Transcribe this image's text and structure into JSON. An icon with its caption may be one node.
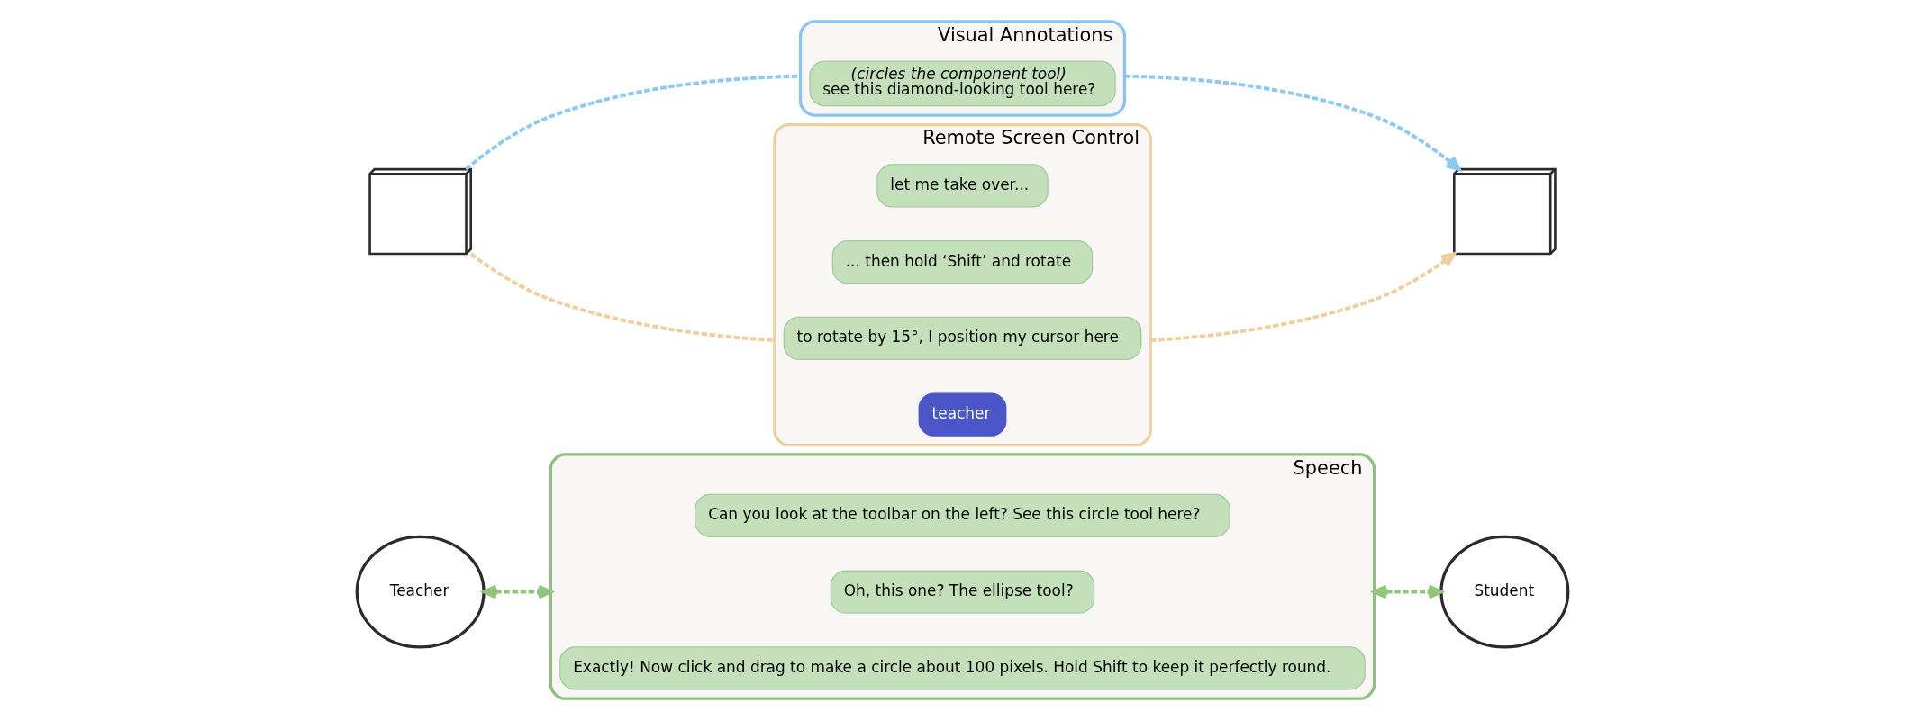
{
  "diagram": {
    "nodes": [
      {
        "text": [
          "Teacher"
        ]
      },
      {
        "text": [
          "Student"
        ]
      },
      {
        "text": [
          "Speech"
        ]
      },
      {
        "text": [
          "Can you look at the toolbar on the left? See this circle tool here?"
        ],
        "in": 2
      },
      {
        "text": [
          "Oh, this one? The ellipse tool?"
        ],
        "in": 2
      },
      {
        "text": [
          "Exactly! Now click and drag to make a circle about 100 pixels. Hold Shift to keep it perfectly round."
        ],
        "in": 2
      },
      {
        "text": [
          "Visual Annotations"
        ]
      },
      {
        "text": [
          "(circles the component tool)",
          "see this diamond-looking tool here?"
        ],
        "in": 6
      },
      {
        "text": [
          "Remote Screen Control"
        ]
      },
      {
        "text": [
          "let me take over..."
        ],
        "in": 8
      },
      {
        "text": [
          "... then hold ‘Shift’ and rotate"
        ],
        "in": 8
      },
      {
        "text": [
          "to rotate by 15°, I position my cursor here"
        ],
        "in": 8
      },
      {
        "text": [
          "teacher"
        ],
        "in": 8
      },
      {
        "text": [],
        "shape": "picture"
      },
      {
        "text": [],
        "shape": "picture"
      }
    ],
    "edges": [
      {
        "from": 0,
        "to": 2,
        "arrow": "both",
        "style": "dashed",
        "color": "#93c47d"
      },
      {
        "from": 2,
        "to": 1,
        "arrow": "both",
        "style": "dashed",
        "color": "#93c47d"
      },
      {
        "from": 13,
        "to": 6,
        "arrow": "none",
        "style": "dashed",
        "color": "#8ec9f2"
      },
      {
        "from": 6,
        "to": 14,
        "arrow": "to",
        "style": "dashed",
        "color": "#8ec9f2"
      },
      {
        "from": 13,
        "to": 8,
        "arrow": "none",
        "style": "dashed",
        "color": "#f0cf9f"
      },
      {
        "from": 8,
        "to": 14,
        "arrow": "to",
        "style": "dashed",
        "color": "#f0cf9f"
      }
    ]
  }
}
